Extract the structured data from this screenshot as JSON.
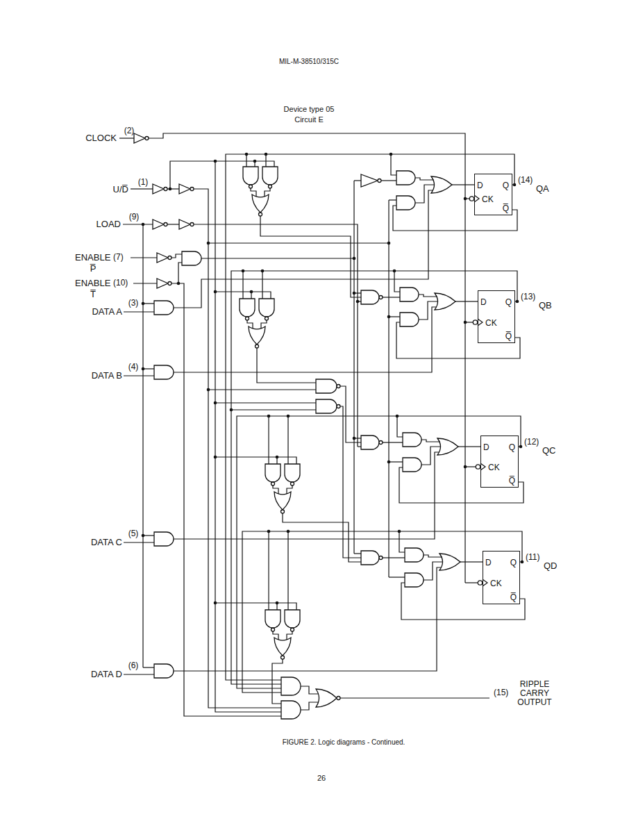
{
  "diagram": {
    "caption": "FIGURE 2. Logic diagrams - Continued.",
    "nodes": [
      {
        "text": [
          "D",
          "Q",
          "CK",
          "Q̅"
        ]
      },
      {
        "text": [
          "D",
          "Q",
          "CK",
          "Q̅"
        ]
      },
      {
        "text": [
          "D",
          "Q",
          "CK",
          "Q̅"
        ]
      },
      {
        "text": [
          "D",
          "Q",
          "CK",
          "Q̅"
        ]
      }
    ],
    "labels": [
      "MIL-M-38510/315C",
      "Device type 05",
      "Circuit E",
      "CLOCK",
      "(2)",
      "U/D̅",
      "(1)",
      "LOAD",
      "(9)",
      "ENABLE",
      "(7)",
      "P̅",
      "ENABLE",
      "(10)",
      "T̅",
      "DATA A",
      "(3)",
      "DATA B",
      "(4)",
      "DATA C",
      "(5)",
      "DATA D",
      "(6)",
      "(14)",
      "QA",
      "(13)",
      "QB",
      "(12)",
      "QC",
      "(11)",
      "QD",
      "(15)",
      "RIPPLE CARRY OUTPUT",
      "26"
    ]
  }
}
